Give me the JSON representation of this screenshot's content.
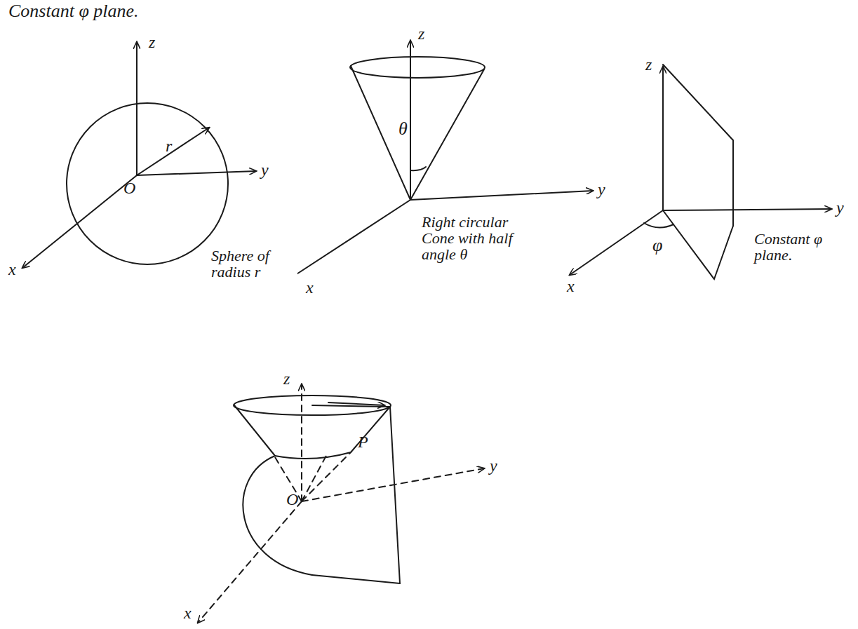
{
  "diagram": {
    "labels": [
      "Constant φ plane.",
      "z",
      "r",
      "O",
      "y",
      "x",
      "Sphere of radius r",
      "z",
      "θ",
      "y",
      "Right circular Cone with half angle θ",
      "x",
      "z",
      "y",
      "x",
      "φ",
      "Constant φ plane.",
      "z",
      "P",
      "O",
      "y",
      "x"
    ]
  }
}
